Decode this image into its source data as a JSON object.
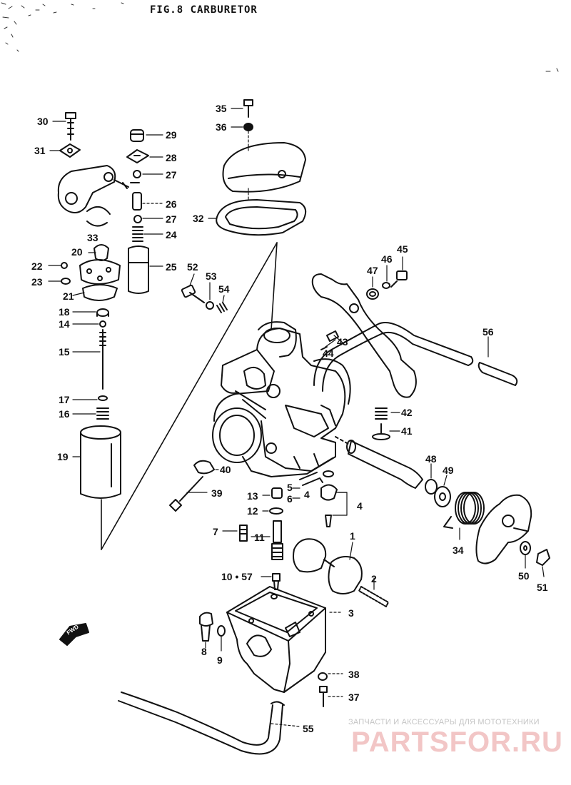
{
  "title": "FIG.8  CARBURETOR",
  "callouts": [
    {
      "id": "30",
      "text": "30"
    },
    {
      "id": "31",
      "text": "31"
    },
    {
      "id": "29",
      "text": "29"
    },
    {
      "id": "28",
      "text": "28"
    },
    {
      "id": "27a",
      "text": "27"
    },
    {
      "id": "26",
      "text": "26"
    },
    {
      "id": "27b",
      "text": "27"
    },
    {
      "id": "24",
      "text": "24"
    },
    {
      "id": "25",
      "text": "25"
    },
    {
      "id": "33",
      "text": "33"
    },
    {
      "id": "20",
      "text": "20"
    },
    {
      "id": "22",
      "text": "22"
    },
    {
      "id": "23",
      "text": "23"
    },
    {
      "id": "21",
      "text": "21"
    },
    {
      "id": "18",
      "text": "18"
    },
    {
      "id": "14",
      "text": "14"
    },
    {
      "id": "15",
      "text": "15"
    },
    {
      "id": "17",
      "text": "17"
    },
    {
      "id": "16",
      "text": "16"
    },
    {
      "id": "19",
      "text": "19"
    },
    {
      "id": "35",
      "text": "35"
    },
    {
      "id": "36",
      "text": "36"
    },
    {
      "id": "32",
      "text": "32"
    },
    {
      "id": "52",
      "text": "52"
    },
    {
      "id": "53",
      "text": "53"
    },
    {
      "id": "54",
      "text": "54"
    },
    {
      "id": "45",
      "text": "45"
    },
    {
      "id": "46",
      "text": "46"
    },
    {
      "id": "47",
      "text": "47"
    },
    {
      "id": "43",
      "text": "43"
    },
    {
      "id": "44",
      "text": "44"
    },
    {
      "id": "56",
      "text": "56"
    },
    {
      "id": "42",
      "text": "42"
    },
    {
      "id": "41",
      "text": "41"
    },
    {
      "id": "48",
      "text": "48"
    },
    {
      "id": "49",
      "text": "49"
    },
    {
      "id": "40",
      "text": "40"
    },
    {
      "id": "39",
      "text": "39"
    },
    {
      "id": "13",
      "text": "13"
    },
    {
      "id": "5",
      "text": "5"
    },
    {
      "id": "12",
      "text": "12"
    },
    {
      "id": "6",
      "text": "6"
    },
    {
      "id": "4",
      "text": "4"
    },
    {
      "id": "4b",
      "text": "4"
    },
    {
      "id": "7",
      "text": "7"
    },
    {
      "id": "11",
      "text": "11"
    },
    {
      "id": "1",
      "text": "1"
    },
    {
      "id": "34",
      "text": "34"
    },
    {
      "id": "50",
      "text": "50"
    },
    {
      "id": "51",
      "text": "51"
    },
    {
      "id": "10-57",
      "text": "10 • 57"
    },
    {
      "id": "2",
      "text": "2"
    },
    {
      "id": "3",
      "text": "3"
    },
    {
      "id": "8",
      "text": "8"
    },
    {
      "id": "9",
      "text": "9"
    },
    {
      "id": "38",
      "text": "38"
    },
    {
      "id": "37",
      "text": "37"
    },
    {
      "id": "55",
      "text": "55"
    }
  ],
  "watermark": {
    "line1": "ЗАПЧАСТИ И АКСЕССУАРЫ ДЛЯ МОТОТЕХНИКИ",
    "line2": "PARTSFOR.RU"
  },
  "front_arrow_label": "FWD",
  "colors": {
    "ink": "#111111",
    "watermark": "#f2c6c6",
    "watermark_text": "#c5c5c5"
  }
}
